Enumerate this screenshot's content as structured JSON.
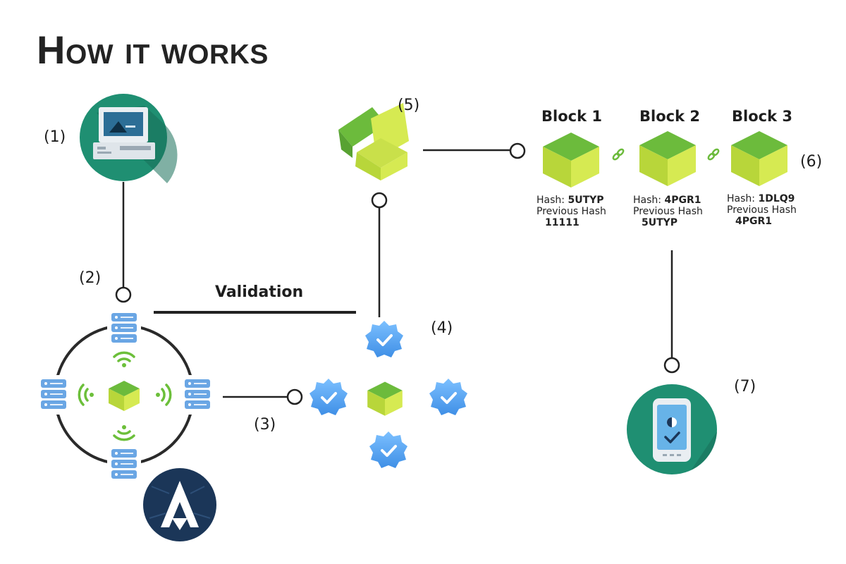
{
  "title": "How it works",
  "steps": {
    "s1": "(1)",
    "s2": "(2)",
    "s3": "(3)",
    "s4": "(4)",
    "s5": "(5)",
    "s6": "(6)",
    "s7": "(7)"
  },
  "validation_label": "Validation",
  "blocks": [
    {
      "name": "Block 1",
      "hash_label": "Hash:",
      "hash": "5UTYP",
      "prev_label": "Previous Hash",
      "prev": "11111"
    },
    {
      "name": "Block 2",
      "hash_label": "Hash:",
      "hash": "4PGR1",
      "prev_label": "Previous Hash",
      "prev": "5UTYP"
    },
    {
      "name": "Block 3",
      "hash_label": "Hash:",
      "hash": "1DLQ9",
      "prev_label": "Previous Hash",
      "prev": "4PGR1"
    }
  ],
  "colors": {
    "teal": "#1f8f72",
    "cube_top": "#6cbb3c",
    "cube_side": "#c9e04a",
    "badge_blue": "#5aa8f0",
    "server_blue": "#6aa6e4",
    "wifi_green": "#6cbf3a",
    "navy": "#1b3658"
  }
}
